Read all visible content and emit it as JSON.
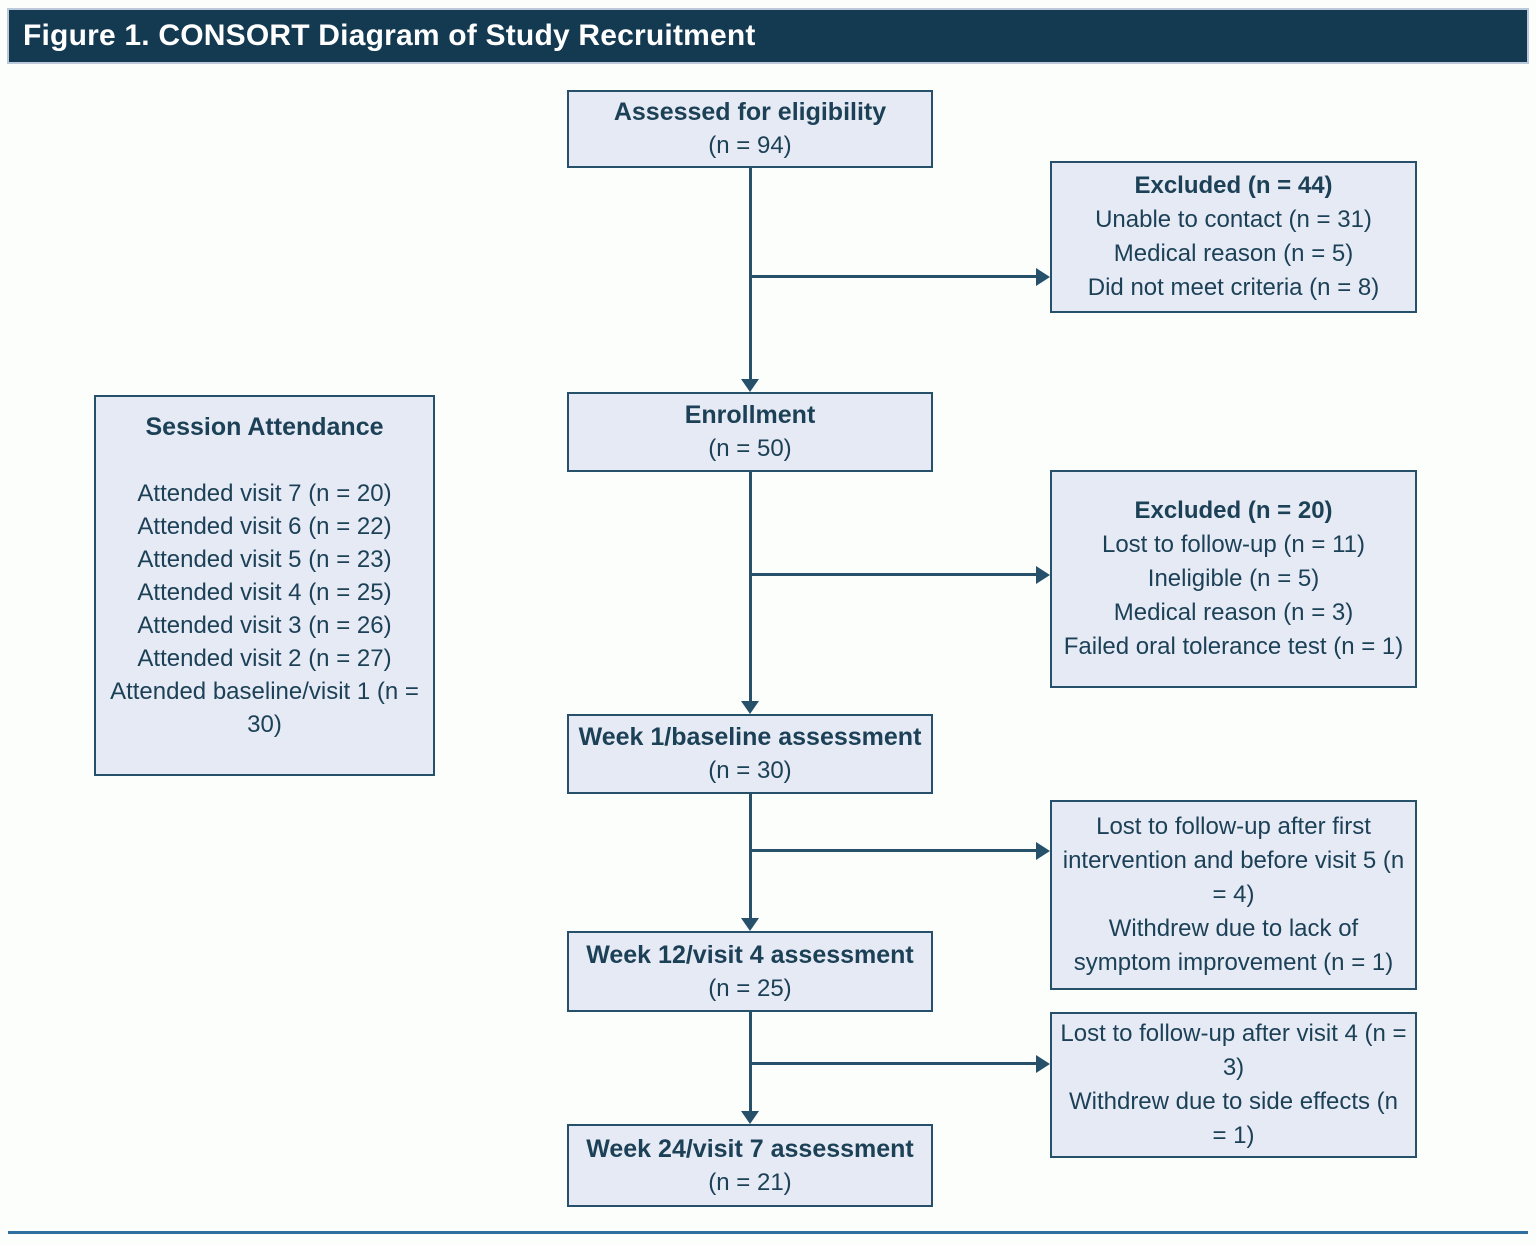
{
  "title": "Figure 1. CONSORT Diagram of Study Recruitment",
  "colors": {
    "header_bg": "#143a52",
    "box_fill": "#e6eaf5",
    "box_border": "#27506b",
    "connector": "#27506b",
    "text": "#1c4157",
    "footer_rule": "#2f6fa0",
    "page_bg": "#fcfefc"
  },
  "flow": {
    "main": [
      {
        "title": "Assessed for eligibility",
        "n": "(n = 94)"
      },
      {
        "title": "Enrollment",
        "n": "(n = 50)"
      },
      {
        "title": "Week 1/baseline assessment",
        "n": "(n = 30)"
      },
      {
        "title": "Week 12/visit 4 assessment",
        "n": "(n = 25)"
      },
      {
        "title": "Week 24/visit 7 assessment",
        "n": "(n = 21)"
      }
    ],
    "side": [
      {
        "heading": "Excluded (n = 44)",
        "lines": [
          "Unable to contact (n = 31)",
          "Medical reason (n = 5)",
          "Did not meet criteria (n = 8)"
        ]
      },
      {
        "heading": "Excluded (n = 20)",
        "lines": [
          "Lost to follow-up (n = 11)",
          "Ineligible (n = 5)",
          "Medical reason (n = 3)",
          "Failed oral tolerance test (n = 1)"
        ]
      },
      {
        "lines": [
          "Lost to follow-up after first intervention and before visit 5 (n = 4)",
          "Withdrew due to lack of symptom improvement (n = 1)"
        ]
      },
      {
        "lines": [
          "Lost to follow-up after visit 4 (n = 3)",
          "Withdrew due to side effects (n = 1)"
        ]
      }
    ],
    "attendance": {
      "heading": "Session Attendance",
      "lines": [
        "Attended visit 7 (n = 20)",
        "Attended visit 6 (n = 22)",
        "Attended visit 5 (n = 23)",
        "Attended visit 4 (n = 25)",
        "Attended visit 3 (n = 26)",
        "Attended visit 2 (n = 27)",
        "Attended baseline/visit 1 (n = 30)"
      ]
    }
  }
}
